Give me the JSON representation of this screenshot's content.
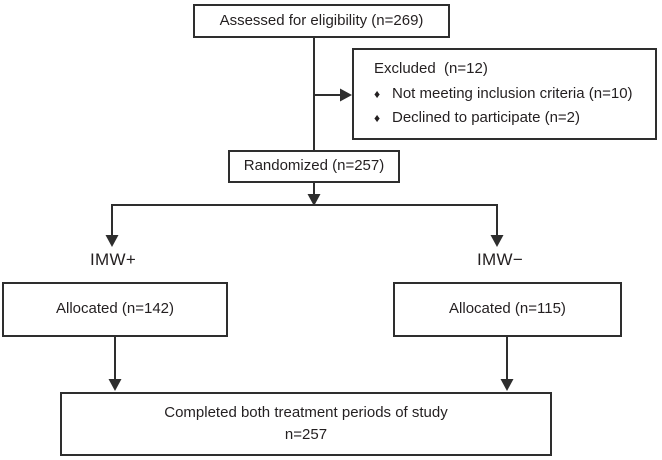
{
  "figure": {
    "assessed": {
      "label": "Assessed for eligibility (n=269)"
    },
    "excluded": {
      "title": "Excluded  (n=12)",
      "bullet_icon": "♦",
      "items": [
        "Not meeting inclusion criteria (n=10)",
        "Declined to participate (n=2)"
      ]
    },
    "randomized": {
      "label": "Randomized (n=257)"
    },
    "arms": {
      "left_label": "IMW+",
      "right_label": "IMW−"
    },
    "allocated_left": {
      "label": "Allocated (n=142)"
    },
    "allocated_right": {
      "label": "Allocated (n=115)"
    },
    "completed": {
      "line1": "Completed both treatment periods of study",
      "line2": "n=257"
    }
  },
  "colors": {
    "background": "#ffffff",
    "box_border": "#2e2e2e",
    "connector_line": "#2e2e2e",
    "text": "#231f20"
  }
}
